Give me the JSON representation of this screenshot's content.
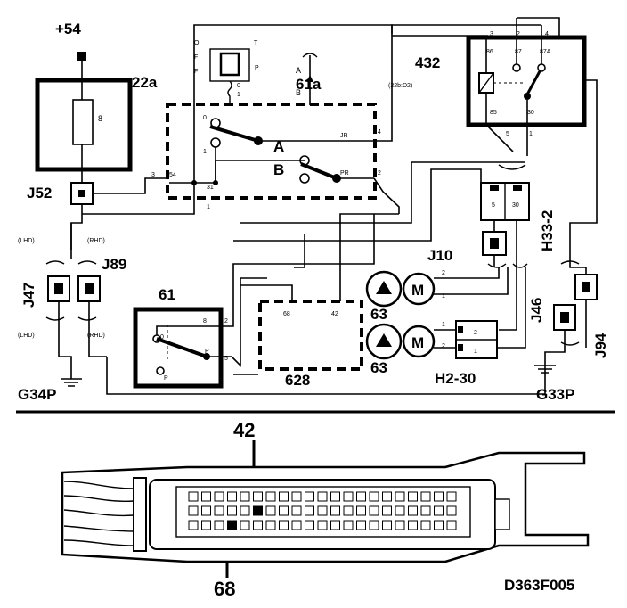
{
  "labels": {
    "power": "+54",
    "fuse_box": "22a",
    "fuse": "8",
    "j52": "J52",
    "relay_block": "432",
    "relay_ref": "(22b:D2)",
    "relay_86": "86",
    "relay_87": "87",
    "relay_87a": "87A",
    "relay_85": "85",
    "relay_30": "30",
    "relay_t3": "3",
    "relay_t2": "2",
    "relay_t4": "4",
    "relay_t5": "5",
    "relay_t1": "1",
    "switch_main": "61a",
    "sw_o": "O",
    "sw_f1": "F",
    "sw_f2": "F",
    "sw_t": "T",
    "sw_p": "P",
    "sw_0": "0",
    "sw_1": "1",
    "sw_a": "A",
    "sw_b": "B",
    "sw_A_big": "A",
    "sw_B_big": "B",
    "sw_jr": "JR",
    "sw_pr": "PR",
    "sw_zero": "0",
    "sw_one": "1",
    "sw_t4": "4",
    "sw_t2": "2",
    "sw_t3": "3",
    "sw_t54": "54",
    "sw_t31": "31",
    "sw_t1b": "1",
    "h33": "H33-2",
    "h33_5": "5",
    "h33_30": "30",
    "j10": "J10",
    "motor_m": "M",
    "motor_m2": "M",
    "pump_63a": "63",
    "pump_63b": "63",
    "m_t2": "2",
    "m_t1": "1",
    "m_t1b": "1",
    "m_t2b": "2",
    "h2_30": "H2-30",
    "h2_2": "2",
    "h2_1": "1",
    "j89": "J89",
    "j47": "J47",
    "lhd1": "(LHD)",
    "rhd1": "(RHD)",
    "lhd2": "(LHD)",
    "rhd2": "(RHD)",
    "pump_ctrl": "61",
    "pc_8": "8",
    "pc_2": "2",
    "pc_0": "0",
    "pc_p": "P",
    "pc_p2": "P",
    "pc_5": "5",
    "ecu": "628",
    "ecu_68": "68",
    "ecu_42": "42",
    "j46": "J46",
    "j94": "J94",
    "g34p": "G34P",
    "g33p": "G33P",
    "conn_42": "42",
    "conn_68": "68",
    "figure_id": "D363F005"
  }
}
